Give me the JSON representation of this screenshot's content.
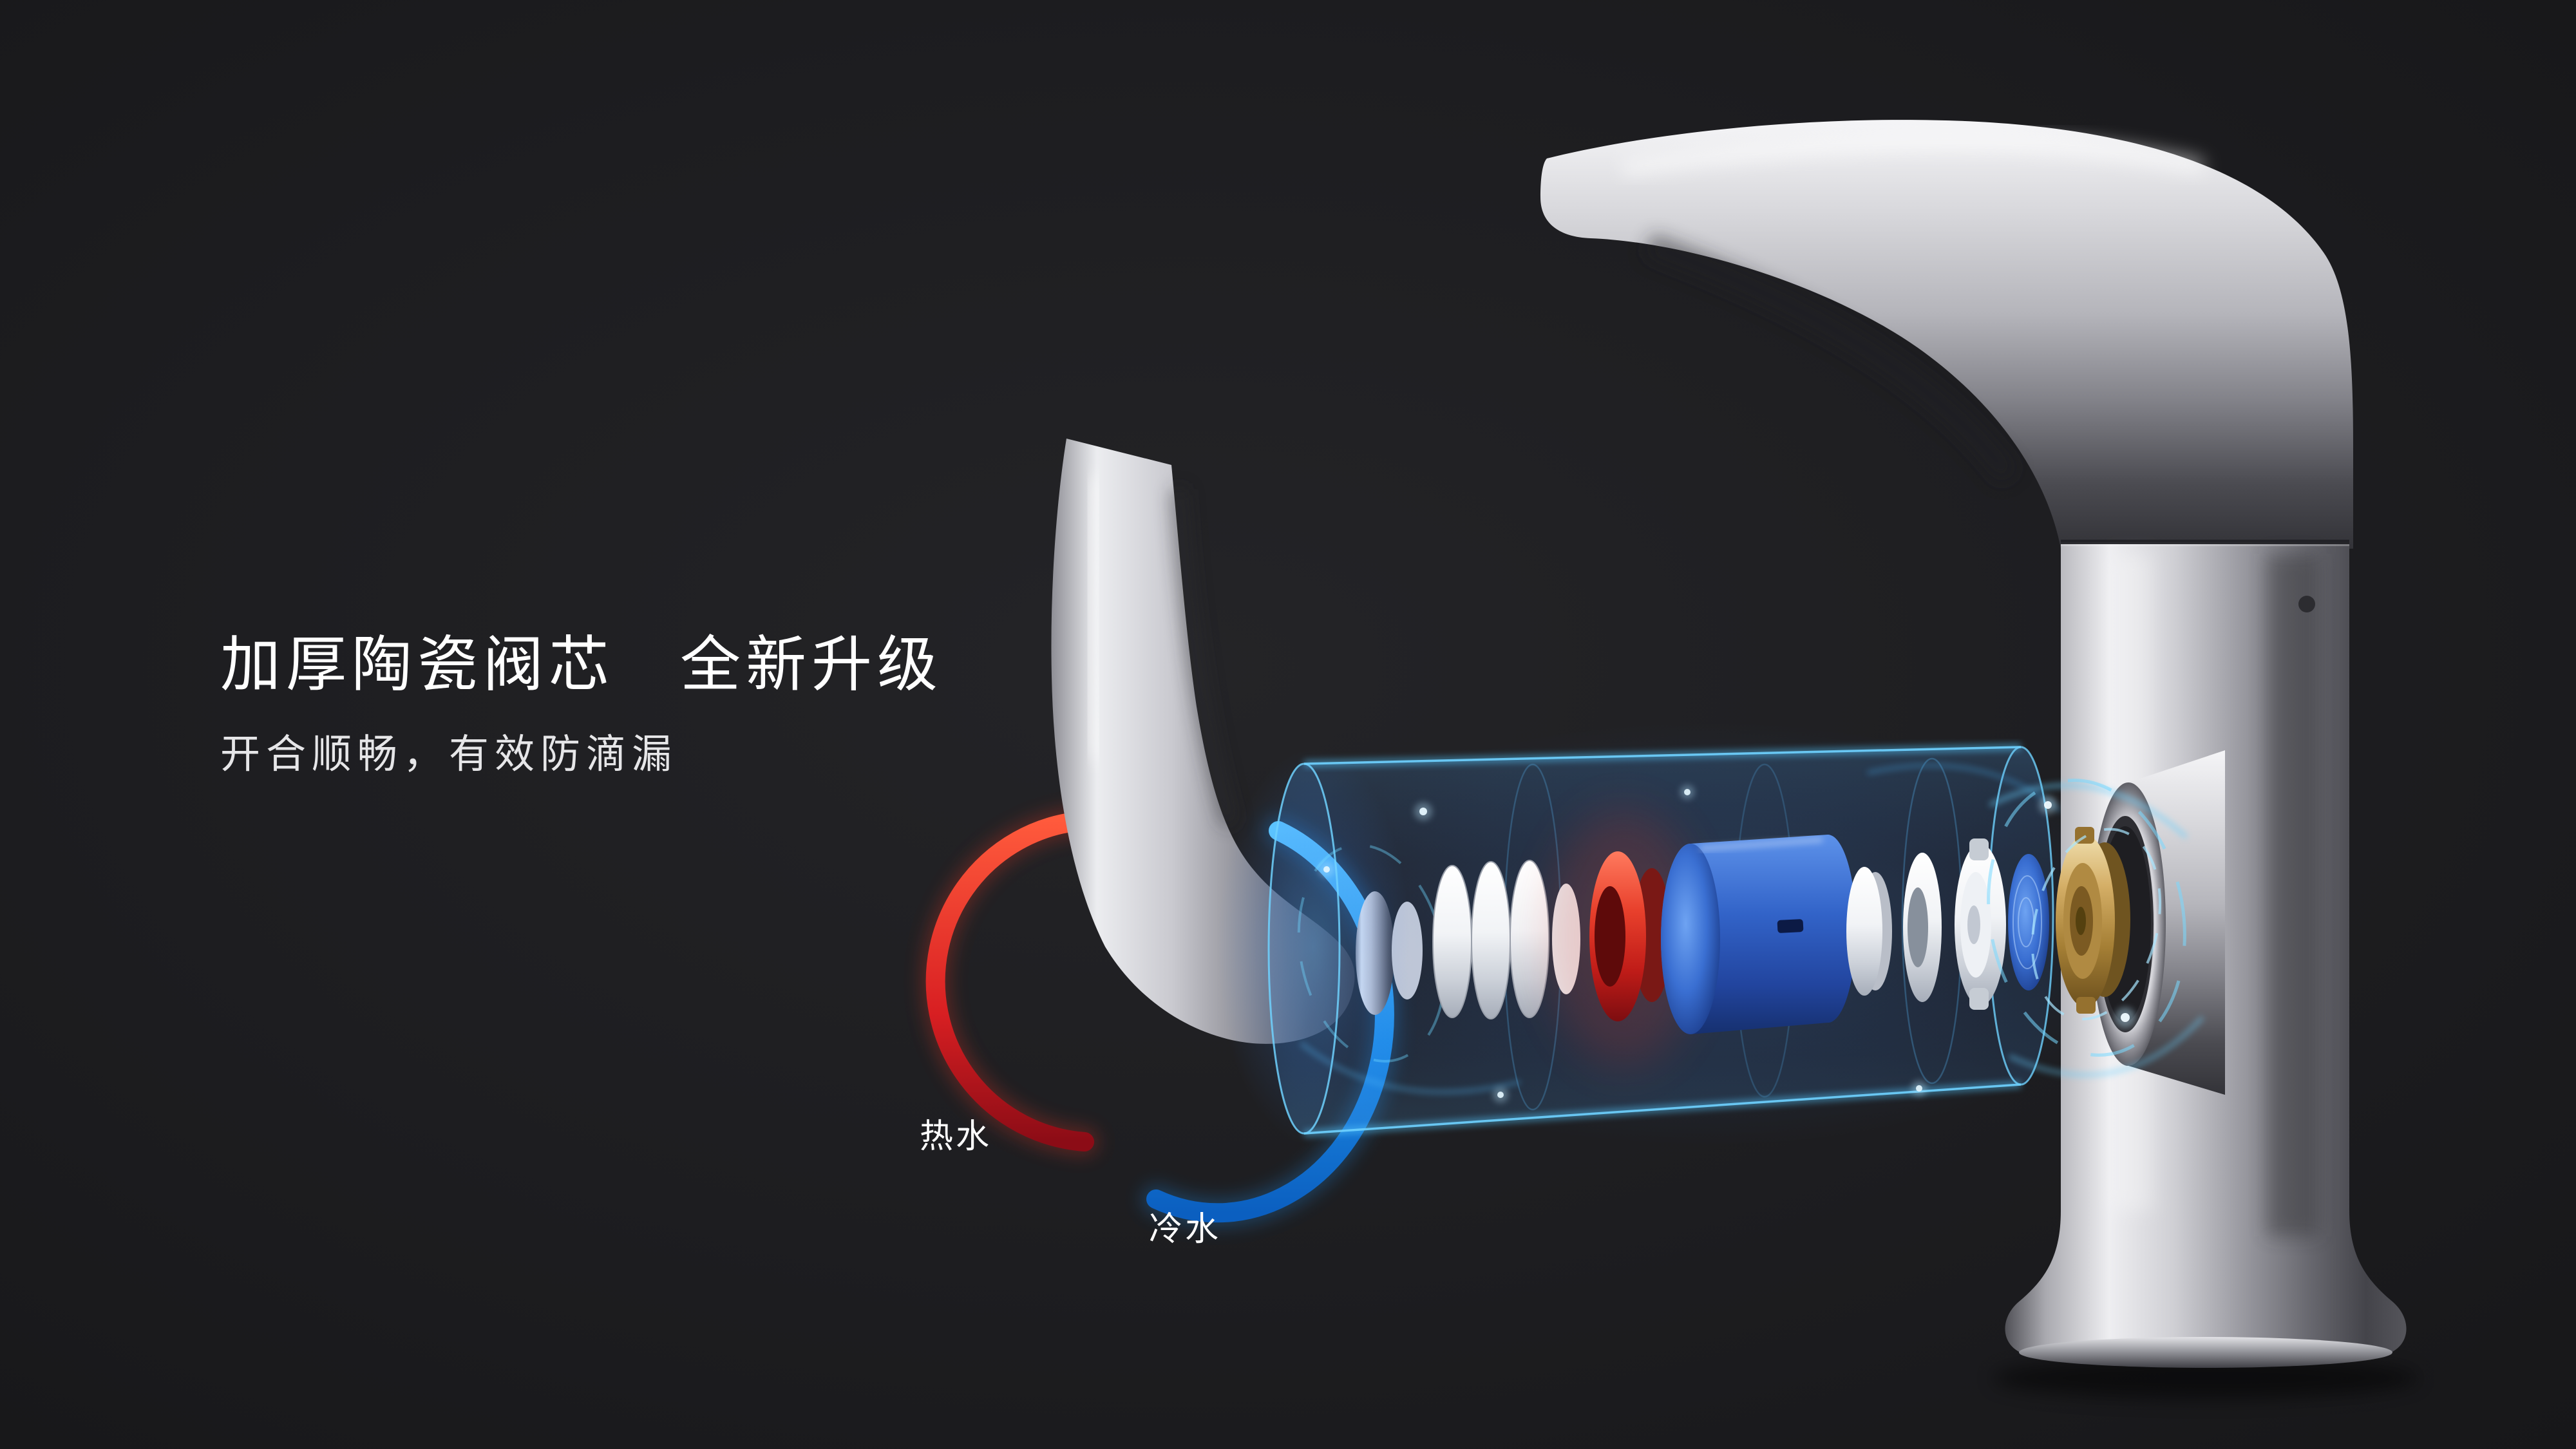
{
  "page": {
    "title": "加厚陶瓷阀芯　全新升级",
    "subtitle": "开合顺畅，有效防滴漏",
    "labels": {
      "hot": "热水",
      "cold": "冷水"
    },
    "colors": {
      "background": "#1d1d1f",
      "text": "#ffffff",
      "hot_arc": "#d6201f",
      "cold_arc": "#1f8fe6",
      "hologram_glow": "#4cc3ff",
      "cartridge_blue": "#2f63c8",
      "seal_red": "#e8402c",
      "brass": "#d4ae66",
      "chrome": "#c9c9cf"
    }
  }
}
